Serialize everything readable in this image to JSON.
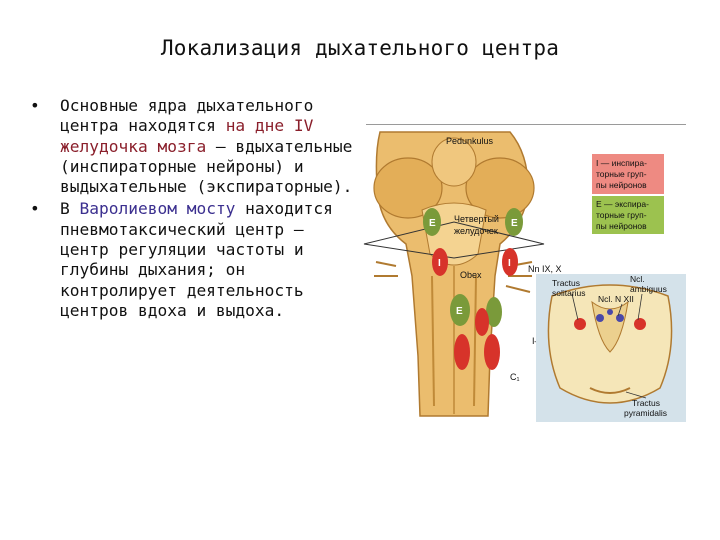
{
  "slide": {
    "title": "Локализация дыхательного центра",
    "bullet_marker": "•",
    "bullets": [
      {
        "text_1": "Основные ядра дыхательного центра находятся ",
        "highlight": "на дне IV желудочка мозга",
        "text_2": " – вдыхательные (инспираторные нейроны) и выдыхательные (экспираторные)."
      },
      {
        "text_1": "В ",
        "highlight": "Варолиевом мосту",
        "text_2": " находится пневмотаксический центр – центр регуляции частоты и глубины дыхания; он контролирует деятельность центров вдоха и выдоха."
      }
    ]
  },
  "figure": {
    "labels": {
      "pedunkulus": "Pedunkulus",
      "ventricle_1": "Четвертый",
      "ventricle_2": "желудочек",
      "obex": "Obex",
      "nerves": "Nn IX, X",
      "c1": "C₁",
      "left_mark": "I—",
      "e_mark": "E",
      "i_mark": "I",
      "tractus_sol_1": "Tractus",
      "tractus_sol_2": "solitarius",
      "ncl_amb_1": "Ncl.",
      "ncl_amb_2": "ambiguus",
      "ncl_xii": "Ncl. N XII",
      "tractus_pyr_1": "Tractus",
      "tractus_pyr_2": "pyramidalis"
    },
    "legend": {
      "i_1": "I — инспира-",
      "i_2": "торные груп-",
      "i_3": "пы нейронов",
      "e_1": "E — экспира-",
      "e_2": "торные груп-",
      "e_3": "пы нейронов"
    },
    "colors": {
      "brain": "#ebbd6e",
      "brain_dark": "#c08a38",
      "inspiratory": "#d7332a",
      "expiratory": "#7a9a3a",
      "legend_i_bg": "#ee8a82",
      "legend_e_bg": "#9cc24f",
      "section_bg": "#d4e2ea"
    }
  }
}
